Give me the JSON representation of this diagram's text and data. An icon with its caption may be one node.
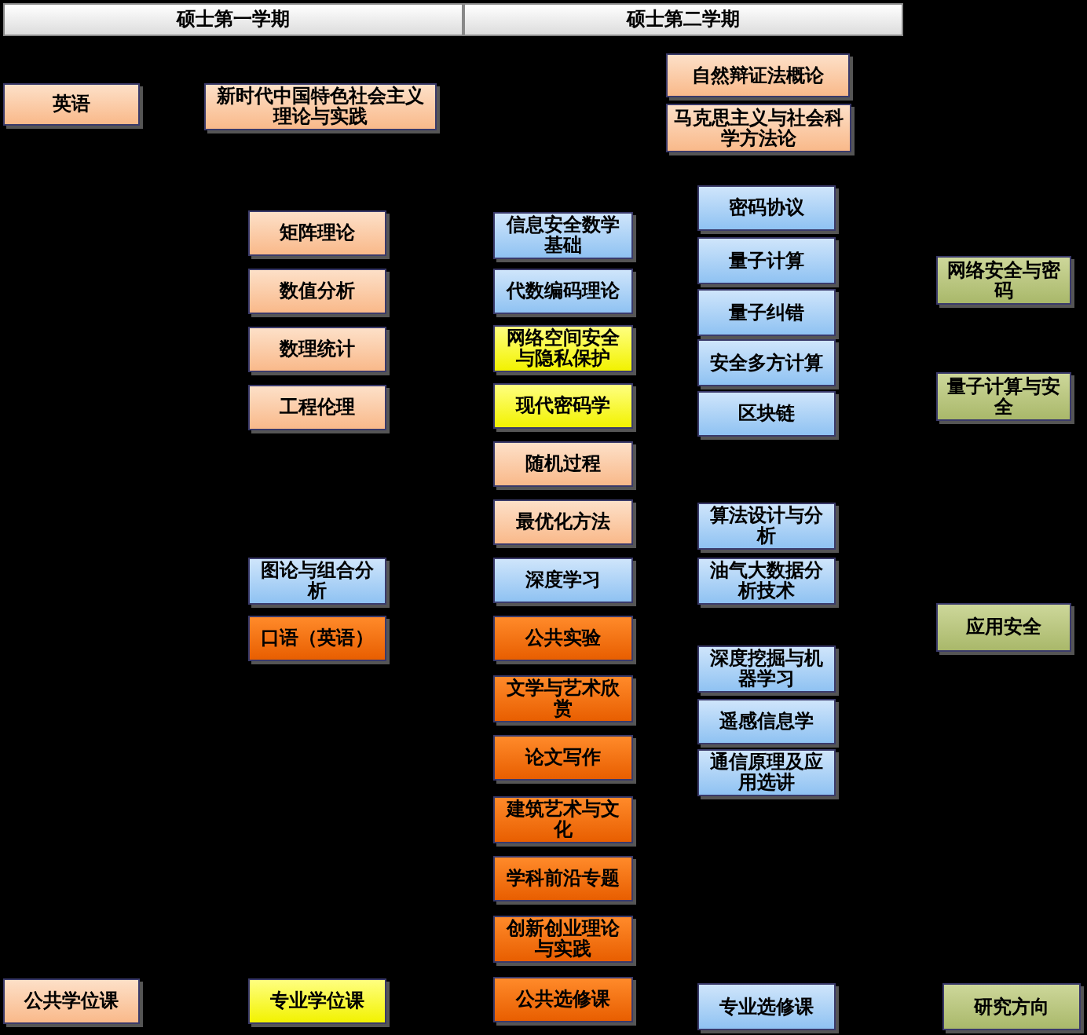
{
  "diagram": {
    "nodes": [
      {
        "text": [
          "硕士第一学期"
        ]
      },
      {
        "text": [
          "硕士第二学期"
        ]
      },
      {
        "text": [
          "自然辩证法概论"
        ]
      },
      {
        "text": [
          "英语"
        ]
      },
      {
        "text": [
          "新时代中国特色社会主义理论与实践"
        ]
      },
      {
        "text": [
          "马克思主义与社会科学方法论"
        ]
      },
      {
        "text": [
          "密码协议"
        ]
      },
      {
        "text": [
          "矩阵理论"
        ]
      },
      {
        "text": [
          "信息安全数学基础"
        ]
      },
      {
        "text": [
          "量子计算"
        ]
      },
      {
        "text": [
          "网络安全与密码"
        ]
      },
      {
        "text": [
          "数值分析"
        ]
      },
      {
        "text": [
          "代数编码理论"
        ]
      },
      {
        "text": [
          "量子纠错"
        ]
      },
      {
        "text": [
          "数理统计"
        ]
      },
      {
        "text": [
          "网络空间安全与隐私保护"
        ]
      },
      {
        "text": [
          "安全多方计算"
        ]
      },
      {
        "text": [
          "量子计算与安全"
        ]
      },
      {
        "text": [
          "工程伦理"
        ]
      },
      {
        "text": [
          "现代密码学"
        ]
      },
      {
        "text": [
          "区块链"
        ]
      },
      {
        "text": [
          "随机过程"
        ]
      },
      {
        "text": [
          "最优化方法"
        ]
      },
      {
        "text": [
          "算法设计与分析"
        ]
      },
      {
        "text": [
          "图论与组合分析"
        ]
      },
      {
        "text": [
          "深度学习"
        ]
      },
      {
        "text": [
          "油气大数据分析技术"
        ]
      },
      {
        "text": [
          "应用安全"
        ]
      },
      {
        "text": [
          "口语（英语）"
        ]
      },
      {
        "text": [
          "公共实验"
        ]
      },
      {
        "text": [
          "深度挖掘与机器学习"
        ]
      },
      {
        "text": [
          "文学与艺术欣赏"
        ]
      },
      {
        "text": [
          "遥感信息学"
        ]
      },
      {
        "text": [
          "论文写作"
        ]
      },
      {
        "text": [
          "通信原理及应用选讲"
        ]
      },
      {
        "text": [
          "建筑艺术与文化"
        ]
      },
      {
        "text": [
          "学科前沿专题"
        ]
      },
      {
        "text": [
          "创新创业理论与实践"
        ]
      },
      {
        "text": [
          "公共学位课"
        ]
      },
      {
        "text": [
          "专业学位课"
        ]
      },
      {
        "text": [
          "公共选修课"
        ]
      },
      {
        "text": [
          "专业选修课"
        ]
      },
      {
        "text": [
          "研究方向"
        ]
      }
    ]
  }
}
